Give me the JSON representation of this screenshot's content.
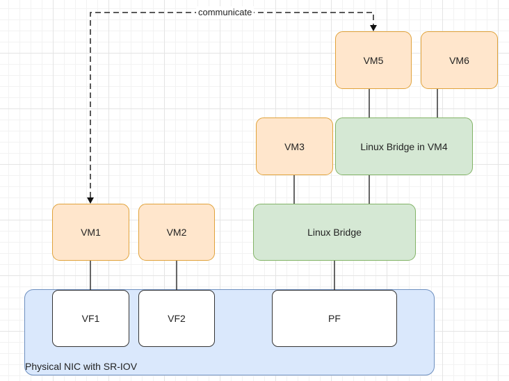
{
  "diagram": {
    "nic_label": "Physical NIC with SR-IOV",
    "edge_label": "communicate",
    "vms": {
      "vm1": "VM1",
      "vm2": "VM2",
      "vm3": "VM3",
      "vm5": "VM5",
      "vm6": "VM6"
    },
    "bridges": {
      "linux_bridge": "Linux Bridge",
      "linux_bridge_vm4": "Linux Bridge in VM4"
    },
    "ports": {
      "vf1": "VF1",
      "vf2": "VF2",
      "pf": "PF"
    },
    "colors": {
      "vm_fill": "#ffe6cc",
      "vm_stroke": "#e0a23a",
      "bridge_fill": "#d5e8d4",
      "bridge_stroke": "#82b366",
      "nic_fill": "#dae8fc",
      "nic_stroke": "#6c8ebf"
    }
  }
}
